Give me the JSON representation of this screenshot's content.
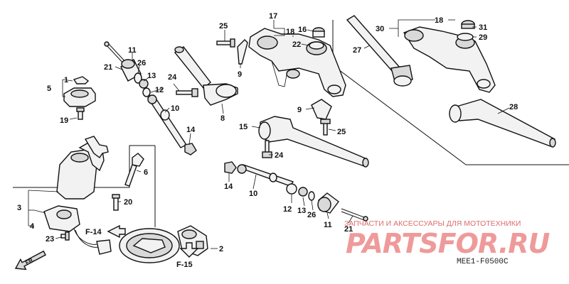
{
  "callouts": [
    {
      "id": "c17",
      "text": "17"
    },
    {
      "id": "c25a",
      "text": "25"
    },
    {
      "id": "c18a",
      "text": "18"
    },
    {
      "id": "c16",
      "text": "16"
    },
    {
      "id": "c22",
      "text": "22"
    },
    {
      "id": "c9a",
      "text": "9"
    },
    {
      "id": "c18b",
      "text": "18"
    },
    {
      "id": "c31",
      "text": "31"
    },
    {
      "id": "c30",
      "text": "30"
    },
    {
      "id": "c29",
      "text": "29"
    },
    {
      "id": "c27",
      "text": "27"
    },
    {
      "id": "c11a",
      "text": "11"
    },
    {
      "id": "c26a",
      "text": "26"
    },
    {
      "id": "c21a",
      "text": "21"
    },
    {
      "id": "c13a",
      "text": "13"
    },
    {
      "id": "c1",
      "text": "1"
    },
    {
      "id": "c5",
      "text": "5"
    },
    {
      "id": "c24a",
      "text": "24"
    },
    {
      "id": "c12a",
      "text": "12"
    },
    {
      "id": "c10a",
      "text": "10"
    },
    {
      "id": "c8",
      "text": "8"
    },
    {
      "id": "c19",
      "text": "19"
    },
    {
      "id": "c9b",
      "text": "9"
    },
    {
      "id": "c28",
      "text": "28"
    },
    {
      "id": "c14a",
      "text": "14"
    },
    {
      "id": "c15",
      "text": "15"
    },
    {
      "id": "c25b",
      "text": "25"
    },
    {
      "id": "c24b",
      "text": "24"
    },
    {
      "id": "c6",
      "text": "6"
    },
    {
      "id": "c14b",
      "text": "14"
    },
    {
      "id": "c10b",
      "text": "10"
    },
    {
      "id": "c20",
      "text": "20"
    },
    {
      "id": "c3",
      "text": "3"
    },
    {
      "id": "c12b",
      "text": "12"
    },
    {
      "id": "c13b",
      "text": "13"
    },
    {
      "id": "c26b",
      "text": "26"
    },
    {
      "id": "c11b",
      "text": "11"
    },
    {
      "id": "c4",
      "text": "4"
    },
    {
      "id": "c23",
      "text": "23"
    },
    {
      "id": "c21b",
      "text": "21"
    },
    {
      "id": "c2",
      "text": "2"
    }
  ],
  "references": {
    "f14": "F-14",
    "f15": "F-15"
  },
  "direction_arrow": "FR.",
  "diagram_code": "MEE1-F0500C",
  "watermark": {
    "tagline": "ЗАПЧАСТИ И АКСЕССУАРЫ ДЛЯ МОТОТЕХНИКИ",
    "logo": "PARTSFOR.RU"
  },
  "colors": {
    "ink": "#111111",
    "watermark": "#e24848"
  }
}
